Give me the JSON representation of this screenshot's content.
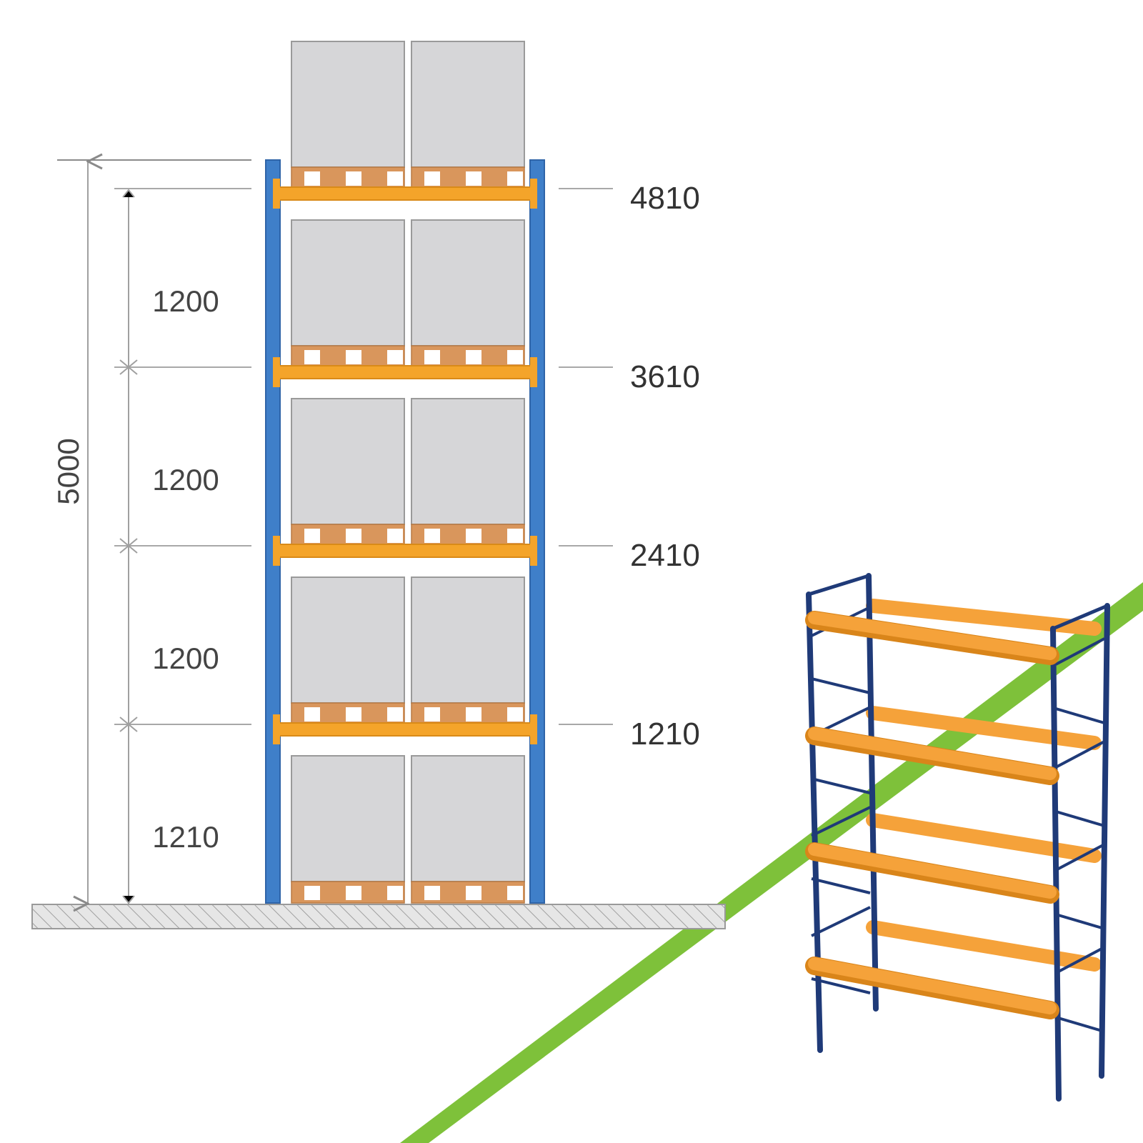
{
  "colors": {
    "upright": "#3f7fc9",
    "beam": "#f4a42a",
    "box": "#d6d6d8",
    "box_border": "#9a9a9a",
    "pallet": "#d9965c",
    "pallet_gap": "#ffffff",
    "dimension_line": "#a8a8a8",
    "floor": "#e0e0e0",
    "green_band": "#7ec13a",
    "rack3d_upright": "#1f3a78",
    "rack3d_beam": "#f5a23a"
  },
  "dimensions": {
    "overall_height": "5000",
    "level_spacings": [
      "1200",
      "1200",
      "1200",
      "1210"
    ],
    "beam_heights": [
      "4810",
      "3610",
      "2410",
      "1210"
    ]
  }
}
